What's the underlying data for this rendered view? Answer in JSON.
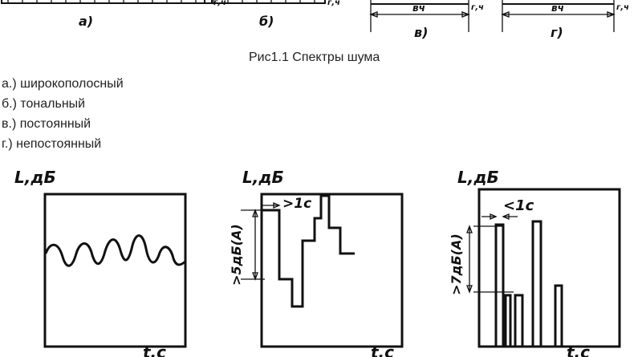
{
  "figure": {
    "caption": "Рис1.1 Спектры шума",
    "spectrum_panels": [
      {
        "letter": "а)",
        "axis_label": "",
        "freq_label": ""
      },
      {
        "letter": "б)",
        "axis_label": "",
        "freq_label": ""
      },
      {
        "letter": "в)",
        "axis_label": "вч",
        "freq_label": ""
      },
      {
        "letter": "г)",
        "axis_label": "вч",
        "freq_label": ""
      }
    ],
    "axis_tail_label": "г,ч",
    "legend": [
      "а.) широкополосный",
      "б.) тональный",
      "в.) постоянный",
      "г.) непостоянный"
    ],
    "plots": [
      {
        "y_label": "L,дБ",
        "x_label": "t,c",
        "annotation": ""
      },
      {
        "y_label": "L,дБ",
        "x_label": "t,c",
        "annotation": ">5дБ(А)",
        "interval": ">1с"
      },
      {
        "y_label": "L,дБ",
        "x_label": "t,c",
        "annotation": ">7дБ(А)",
        "interval": "<1с"
      }
    ]
  }
}
